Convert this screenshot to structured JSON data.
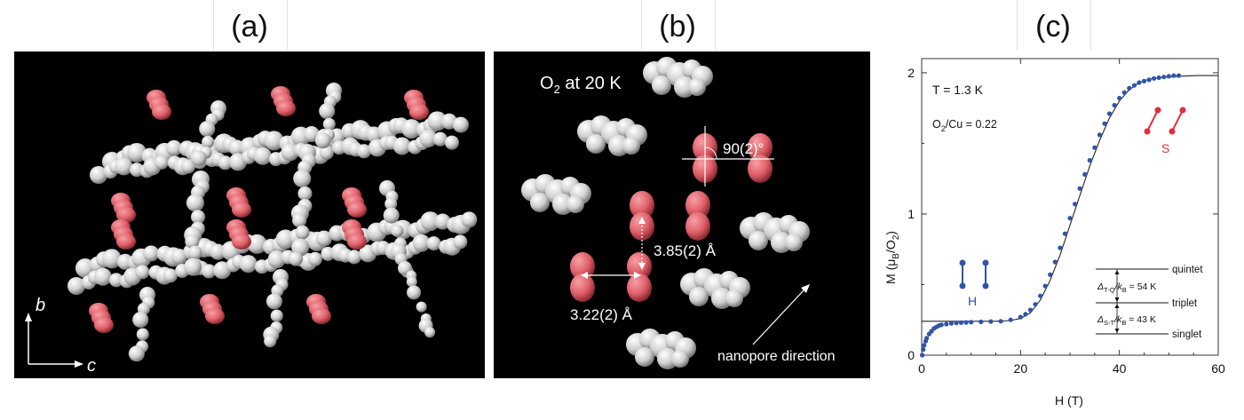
{
  "panels": {
    "a": {
      "label": "(a)",
      "axis_b": "b",
      "axis_c": "c"
    },
    "b": {
      "label": "(b)",
      "title_main": "O",
      "title_sub": "2",
      "title_rest": " at 20 K",
      "angle_label": "90(2)°",
      "dist_vertical": "3.85(2) Å",
      "dist_horizontal": "3.22(2) Å",
      "nanopore_label": "nanopore direction"
    },
    "c": {
      "label": "(c)",
      "temp_label": "T = 1.3 K",
      "ratio_main": "O",
      "ratio_sub": "2",
      "ratio_rest": "/Cu = 0.22",
      "ylabel_main": "M (μ",
      "ylabel_sub1": "B",
      "ylabel_mid": "/O",
      "ylabel_sub2": "2",
      "ylabel_end": ")",
      "xlabel": "H (T)",
      "h_label": "H",
      "s_label": "S",
      "quintet": "quintet",
      "triplet": "triplet",
      "singlet": "singlet",
      "delta_to_pre": "Δ",
      "delta_to_sub": "T-Q",
      "delta_to_mid": "/k",
      "delta_to_sub2": "B",
      "delta_to_val": " = 54 K",
      "delta_st_pre": "Δ",
      "delta_st_sub": "S-T",
      "delta_st_mid": "/k",
      "delta_st_sub2": "B",
      "delta_st_val": " = 43 K"
    }
  },
  "colors": {
    "data_blue": "#2f55a8",
    "oxygen_red": "#e0606a",
    "framework_grey": "#d9d9d9"
  },
  "chart_data": {
    "type": "scatter",
    "title": "",
    "xlabel": "H (T)",
    "ylabel": "M (μB/O2)",
    "xlim": [
      0,
      60
    ],
    "ylim": [
      0,
      2.1
    ],
    "xticks": [
      0,
      20,
      40,
      60
    ],
    "yticks": [
      0,
      1,
      2
    ],
    "series": [
      {
        "x": [
          0.1,
          0.3,
          0.5,
          0.8,
          1,
          1.5,
          2,
          2.5,
          3,
          3.5,
          4,
          5,
          6,
          7,
          8,
          9,
          10,
          12,
          14,
          16,
          18,
          20,
          21,
          22,
          23,
          24,
          25,
          26,
          27,
          28,
          29,
          30,
          31,
          32,
          33,
          34,
          35,
          36,
          37,
          38,
          39,
          40,
          41,
          42,
          43,
          44,
          45,
          46,
          47,
          48,
          49,
          50,
          51,
          52
        ],
        "y": [
          0.0,
          0.04,
          0.07,
          0.1,
          0.12,
          0.15,
          0.17,
          0.19,
          0.2,
          0.21,
          0.215,
          0.22,
          0.225,
          0.228,
          0.23,
          0.232,
          0.234,
          0.236,
          0.238,
          0.24,
          0.25,
          0.27,
          0.29,
          0.32,
          0.36,
          0.42,
          0.49,
          0.57,
          0.66,
          0.76,
          0.86,
          0.97,
          1.07,
          1.18,
          1.28,
          1.38,
          1.47,
          1.56,
          1.64,
          1.71,
          1.77,
          1.82,
          1.86,
          1.89,
          1.91,
          1.93,
          1.94,
          1.95,
          1.96,
          1.965,
          1.97,
          1.975,
          1.98,
          1.98
        ]
      },
      {
        "x": [
          0,
          5,
          10,
          15,
          18,
          20,
          22,
          24,
          26,
          28,
          30,
          32,
          34,
          36,
          38,
          40,
          42,
          44,
          46,
          48,
          50,
          52,
          54,
          56,
          58,
          60
        ],
        "y": [
          0.24,
          0.24,
          0.24,
          0.24,
          0.245,
          0.26,
          0.3,
          0.39,
          0.53,
          0.71,
          0.92,
          1.13,
          1.34,
          1.52,
          1.68,
          1.8,
          1.88,
          1.93,
          1.955,
          1.965,
          1.97,
          1.975,
          1.978,
          1.98,
          1.98,
          1.98
        ]
      }
    ]
  }
}
